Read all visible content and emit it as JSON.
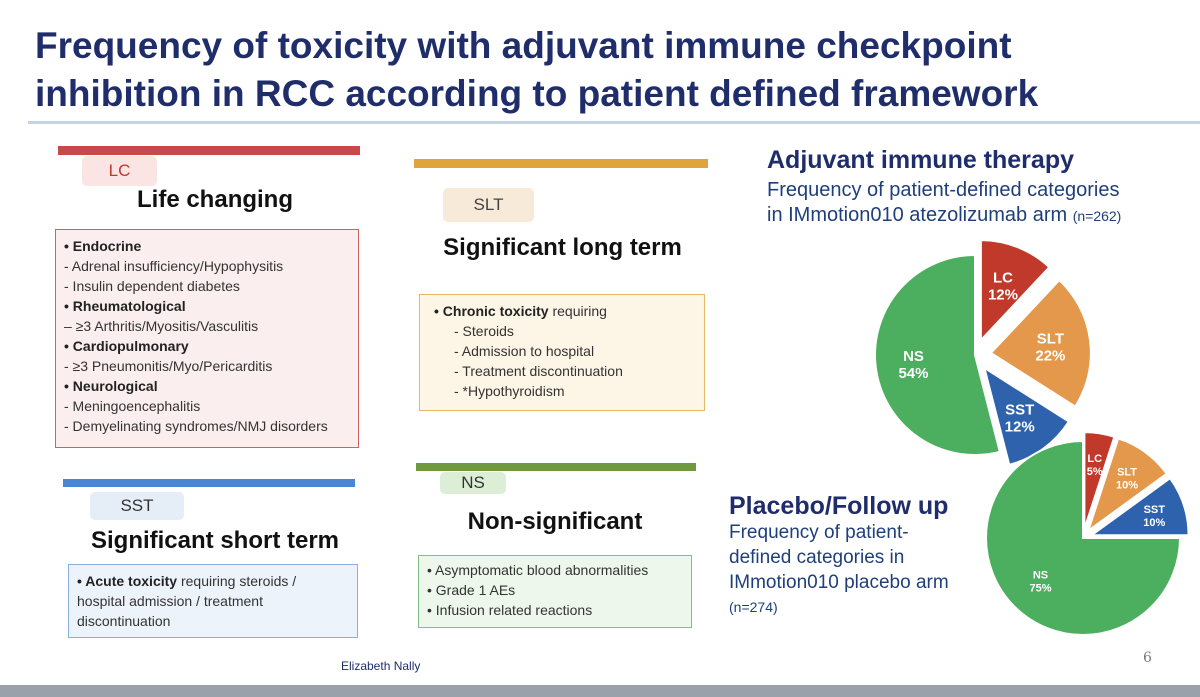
{
  "slide": {
    "title_line1": "Frequency of toxicity with adjuvant immune checkpoint",
    "title_line2": "inhibition in RCC according to patient defined framework",
    "footer": "Elizabeth Nally",
    "page_number": "6"
  },
  "colors": {
    "lc": "#c0392b",
    "slt": "#e3984b",
    "sst": "#2e62ad",
    "ns": "#4caf5f",
    "title": "#1f2d6b"
  },
  "categories": {
    "lc": {
      "tag": "LC",
      "heading": "Life changing",
      "items": [
        {
          "text": "• Endocrine",
          "bold": true
        },
        {
          "text": "- Adrenal insufficiency/Hypophysitis",
          "bold": false
        },
        {
          "text": "- Insulin dependent diabetes",
          "bold": false
        },
        {
          "text": "• Rheumatological",
          "bold": true
        },
        {
          "text": "– ≥3 Arthritis/Myositis/Vasculitis",
          "bold": false
        },
        {
          "text": "• Cardiopulmonary",
          "bold": true
        },
        {
          "text": "- ≥3 Pneumonitis/Myo/Pericarditis",
          "bold": false
        },
        {
          "text": "• Neurological",
          "bold": true
        },
        {
          "text": "- Meningoencephalitis",
          "bold": false
        },
        {
          "text": "- Demyelinating syndromes/NMJ disorders",
          "bold": false
        }
      ]
    },
    "slt": {
      "tag": "SLT",
      "heading": "Significant long term",
      "lead_bold": "• Chronic toxicity",
      "lead_rest": " requiring",
      "items": [
        "- Steroids",
        "- Admission to hospital",
        "- Treatment discontinuation",
        "- *Hypothyroidism"
      ]
    },
    "sst": {
      "tag": "SST",
      "heading": "Significant short term",
      "lead_bold": "• Acute toxicity",
      "lead_rest": " requiring steroids /",
      "line2": "hospital admission / treatment",
      "line3": "discontinuation"
    },
    "ns": {
      "tag": "NS",
      "heading": "Non-significant",
      "items": [
        "• Asymptomatic blood abnormalities",
        "• Grade 1 AEs",
        "• Infusion related reactions"
      ]
    }
  },
  "adjuvant": {
    "title": "Adjuvant immune therapy",
    "sub_line1": "Frequency of patient-defined categories",
    "sub_line2": "in IMmotion010 atezolizumab arm",
    "n": "(n=262)"
  },
  "placebo": {
    "title": "Placebo/Follow up",
    "sub_line1": "Frequency of patient-",
    "sub_line2": "defined categories in",
    "sub_line3": "IMmotion010 placebo arm",
    "n": "(n=274)"
  },
  "chart_data": [
    {
      "type": "pie",
      "title": "Adjuvant immune therapy",
      "slices": [
        {
          "label": "LC",
          "value": 12,
          "display": "12%"
        },
        {
          "label": "SLT",
          "value": 22,
          "display": "22%"
        },
        {
          "label": "SST",
          "value": 12,
          "display": "12%"
        },
        {
          "label": "NS",
          "value": 54,
          "display": "54%"
        }
      ]
    },
    {
      "type": "pie",
      "title": "Placebo/Follow up",
      "slices": [
        {
          "label": "LC",
          "value": 5,
          "display": "5%"
        },
        {
          "label": "SLT",
          "value": 10,
          "display": "10%"
        },
        {
          "label": "SST",
          "value": 10,
          "display": "10%"
        },
        {
          "label": "NS",
          "value": 75,
          "display": "75%"
        }
      ]
    }
  ]
}
